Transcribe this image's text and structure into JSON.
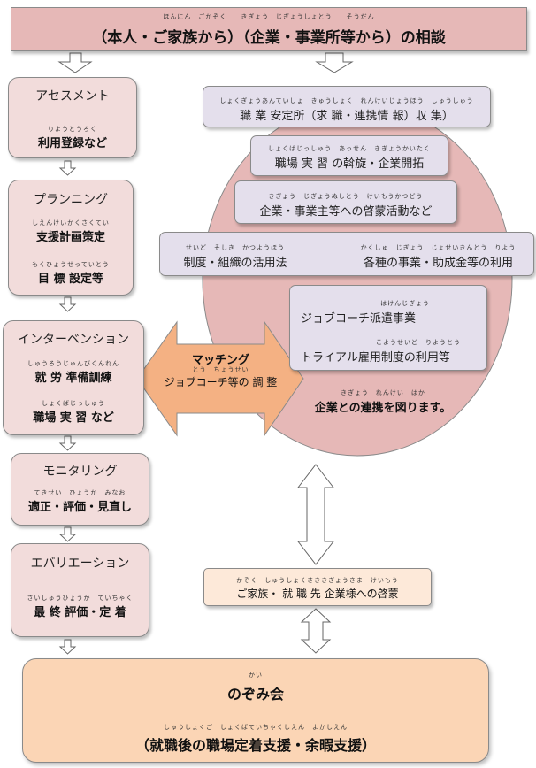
{
  "top_header": {
    "text": "（本人・ご家族から）（企業・事業所等から）の相談",
    "reading": "ほんにん　ごかぞく　　きぎょう　じぎょうしょとう　　そうだん"
  },
  "steps": [
    {
      "title": "アセスメント",
      "lines": [
        {
          "text": "利用登録など",
          "reading": "りようとうろく"
        }
      ]
    },
    {
      "title": "プランニング",
      "lines": [
        {
          "text": "支援計画策定",
          "reading": "しえんけいかくさくてい"
        },
        {
          "text": "目 標 設定等",
          "reading": "もくひょうせっていとう"
        }
      ]
    },
    {
      "title": "インターベンション",
      "lines": [
        {
          "text": "就 労 準備訓練",
          "reading": "しゅうろうじゅんびくんれん"
        },
        {
          "text": "職場 実 習 など",
          "reading": "しょくばじっしゅう"
        }
      ]
    },
    {
      "title": "モニタリング",
      "lines": [
        {
          "text": "適正・評価・見直し",
          "reading": "てきせい　ひょうか　みなお"
        }
      ]
    },
    {
      "title": "エバリエーション",
      "lines": [
        {
          "text": "最 終 評価・定 着",
          "reading": "さいしゅうひょうか　ていちゃく"
        }
      ]
    }
  ],
  "matching": {
    "title": "マッチング",
    "subtitle": "ジョブコーチ等の 調 整",
    "reading": "とう　ちょうせい"
  },
  "company_items": [
    {
      "text": "職 業 安定所（求 職・連携情 報）収 集）",
      "reading": "しょくぎょうあんていしょ　きゅうしょく　れんけいじょうほう　しゅうしゅう"
    },
    {
      "text": "職場 実 習 の斡旋・企業開拓",
      "reading": "しょくばじっしゅう　あっせん　きぎょうかいたく"
    },
    {
      "text": "企業・事業主等への啓蒙活動など",
      "reading": "きぎょう　じぎょうぬしとう　けいもうかつどう"
    },
    {
      "text": "制度・組織の活用法",
      "text2": "各種の事業・助成金等の利用",
      "reading": "せいど　そしき　かつようほう",
      "reading2": "かくしゅ　じぎょう　じょせいきんとう　りよう"
    },
    {
      "text": "ジョブコーチ派遣事業",
      "text2": "トライアル雇用制度の利用等",
      "reading": "はけんじぎょう",
      "reading2": "こようせいど　りようとう"
    }
  ],
  "company_note": {
    "text": "企業との連携を図ります。",
    "reading": "きぎょう　れんけい　はか"
  },
  "family_box": {
    "text": "ご家族・ 就 職 先 企業様への啓蒙",
    "reading": "かぞく　しゅうしょくさききぎょうさま　けいもう"
  },
  "bottom": {
    "title": "のぞみ会",
    "title_reading": "かい",
    "subtitle": "（就職後の職場定着支援・余暇支援）",
    "subtitle_reading": "しゅうしょくご　しょくばていちゃくしえん　よかしえん"
  },
  "colors": {
    "pink": "#f2dcdb",
    "header_pink": "#e6b8b7",
    "lavender": "#e4dfec",
    "peach": "#fbd5b5",
    "ellipse": "#e6b8b7",
    "arrow_orange": "#f4b183"
  }
}
